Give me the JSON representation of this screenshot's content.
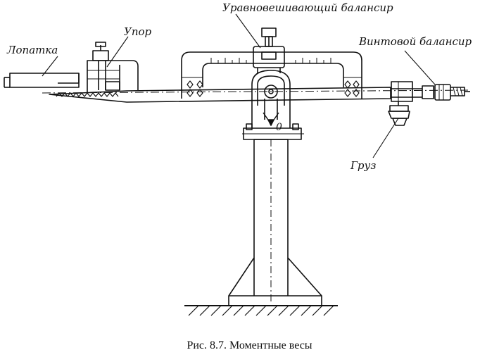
{
  "labels": {
    "balancer_top": "Уравновешивающий балансир",
    "stop": "Упор",
    "blade": "Лопатка",
    "screw_balancer": "Винтовой балансир",
    "weight": "Груз",
    "zero_mark": "0"
  },
  "caption": "Рис. 8.7. Моментные весы"
}
